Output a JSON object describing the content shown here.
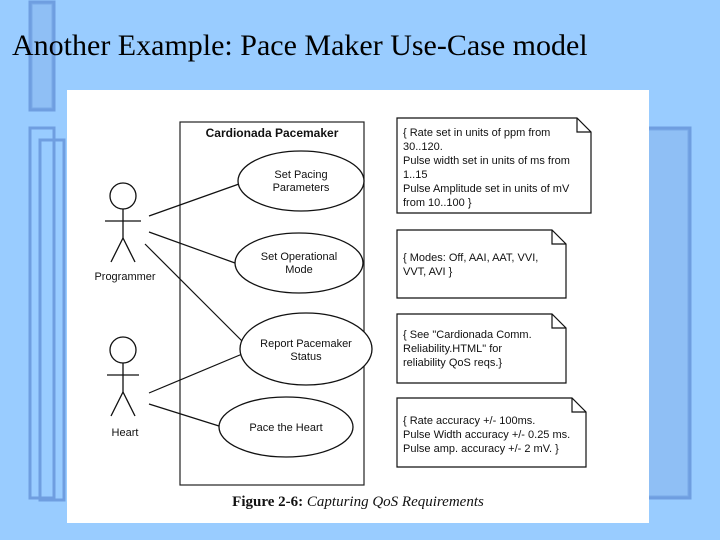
{
  "slide": {
    "title": "Another Example: Pace Maker Use-Case model",
    "background_color": "#99ccff"
  },
  "diagram": {
    "system_title": "Cardionada Pacemaker",
    "actors": [
      {
        "name": "Programmer"
      },
      {
        "name": "Heart"
      }
    ],
    "use_cases": [
      {
        "line1": "Set Pacing",
        "line2": "Parameters"
      },
      {
        "line1": "Set Operational",
        "line2": "Mode"
      },
      {
        "line1": "Report Pacemaker",
        "line2": "Status"
      },
      {
        "line1": "Pace the Heart",
        "line2": ""
      }
    ],
    "notes": [
      {
        "lines": [
          "{ Rate set in units of ppm from",
          "30..120.",
          "Pulse width set in units of ms from",
          "1..15",
          "Pulse Amplitude set in units of mV",
          "from 10..100 }"
        ]
      },
      {
        "lines": [
          "{ Modes: Off, AAI, AAT, VVI,",
          "VVT, AVI }"
        ]
      },
      {
        "lines": [
          "{ See \"Cardionada Comm.",
          "Reliability.HTML\" for",
          "reliability QoS reqs.}"
        ]
      },
      {
        "lines": [
          "{ Rate accuracy +/- 100ms.",
          "Pulse Width accuracy +/- 0.25 ms.",
          "Pulse amp. accuracy +/- 2 mV. }"
        ]
      }
    ],
    "caption_label": "Figure 2-6:",
    "caption_text": "Capturing QoS Requirements"
  }
}
